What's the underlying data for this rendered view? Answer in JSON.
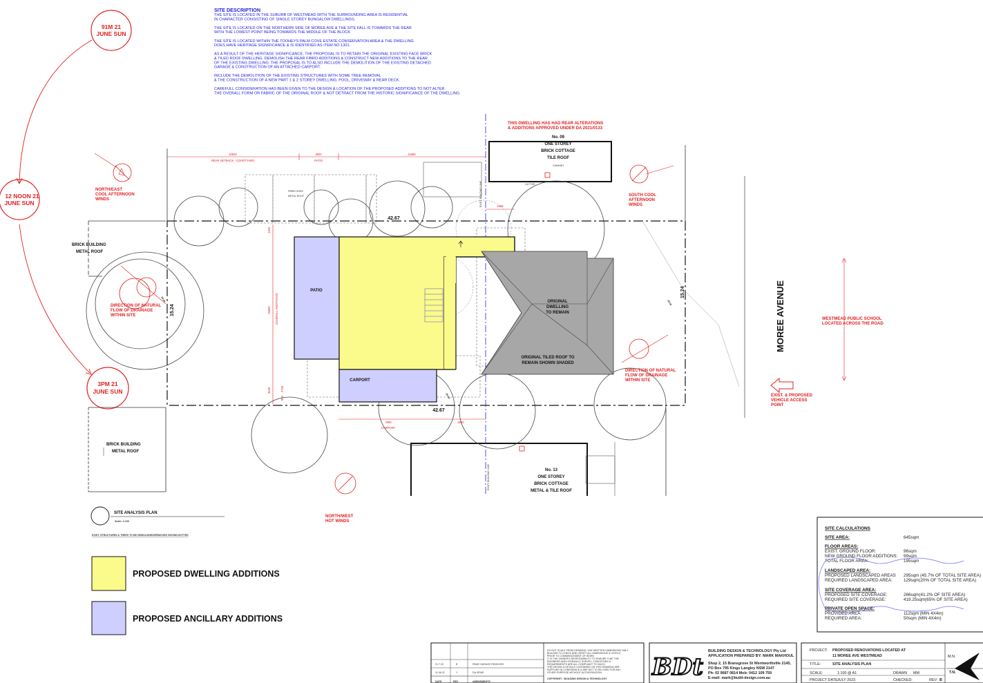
{
  "site_description": {
    "heading": "SITE DESCRIPTION",
    "lines": [
      "THE SITE IS LOCATED IN THE SUBURB OF WESTMEAD WITH  THE SURROUNDING AREA IS RESIDENTIAL",
      "IN CHARACTER CONSISTING OF SINGLE STOREY BUNGALOW DWELLINGS.",
      "",
      "THE SITE IS LOCATED ON THE  NORTHERN  SIDE OF MOREE AVE & THE SITE FALL IS TOWARDS THE REAR",
      "WITH THE LOWEST POINT BEING TOWARDS THE MIDDLE OF THE BLOCK",
      "",
      "THE SITE IS LOCATED WITHIN  THE TOOHEYS PALM COVE ESTATE CONSERVATION AREA & THE DWELLING",
      "DOES HAVE HERITAGE SIGNIFICANCE & IS IDENTIFIED AS ITEM NO 1301.",
      "",
      "AS A RESULT OF THE HERITAGE SIGNIFICANCE, THE PROPOSAL IS TO RETAIN THE ORIGINAL EXISTING FACE BRICK",
      "& TILED ROOF DWELLING. DEMOLISH THE REAR FIBRO ADDITIONS & CONSTRUCT NEW ADDITIONS TO THE REAR",
      "OF THE EXISTING DWELLING. THE PROPOSAL IS TO ALSO INCLUDE THE DEMOLITION OF THE EXISTING DETACHED",
      "GARAGE & CONSTRUCTION OF AN ATTACHED CARPORT.",
      "",
      "INCLUDE THE DEMOLITION OF THE EXISTING STRUCTURES WITH SOME TREE REMOVAL",
      "& THE CONSTRUCTION OF A NEW PART 1 & 2 STOREY DWELLING, POOL, DRIVEWAY & REAR DECK.",
      "",
      "CAREFULL CONSIDERATION HAS BEEN GIVEN TO THE DESIGN & LOCATION OF THE PROPOSED ADDITIONS TO NOT ALTER",
      "THE OVERALL FORM OR FABRIC OF THE ORIGINAL ROOF & NOT DETRACT FROM THE HISTORIC SIGNIFICANCE OF THE DWELLING."
    ]
  },
  "sun": {
    "am_line1": "91M 21",
    "am_line2": "JUNE SUN",
    "noon_line1": "12 NOON  21",
    "noon_line2": "JUNE SUN",
    "pm_line1": "3PM 21",
    "pm_line2": "JUNE SUN"
  },
  "winds": {
    "ne_line1": "NORTH/EAST",
    "ne_line2": "COOL AFTERNOON",
    "ne_line3": "WINDS",
    "s_line1": "SOUTH COOL",
    "s_line2": "AFTERNOON",
    "s_line3": "WINDS",
    "nw_line1": "NORTH/WEST",
    "nw_line2": "HOT WINDS"
  },
  "drainage": {
    "left_line1": "DIRECTION OF NATURAL",
    "left_line2": "FLOW OF DRAINAGE",
    "left_line3": "WITHIN SITE",
    "right_line1": "DIRECTION OF NATURAL",
    "right_line2": "FLOW OF DRAINAGE",
    "right_line3": "WITHIN SITE"
  },
  "notes": {
    "rear_alt_line1": "THIS DWELLING HAS HAD REAR ALTERATIONS",
    "rear_alt_line2": "& ADDITIONS APPROVED UNDER DA 2021/0133",
    "school_line1": "WESTMEAD PUBLIC SCHOOL",
    "school_line2": "LOCATED ACROSS THE ROAD",
    "access_line1": "EXIST. & PROPOSED",
    "access_line2": "VEHICLE ACCESS",
    "access_line3": "POINT"
  },
  "plan": {
    "road": "MOREE AVENUE",
    "north_boundary": "42.67",
    "south_boundary": "42.67",
    "west_boundary": "15.24",
    "east_boundary": "15.24",
    "diag_1": "29.00",
    "diag_2": "29.00",
    "diag_3": "29.00",
    "patio": "PATIO",
    "carport": "CARPORT",
    "original_line1": "ORIGINAL",
    "original_line2": "DWELLING",
    "original_line3": "TO REMAIN",
    "roof_line1": "ORIGINAL TILED ROOF TO",
    "roof_line2": "REMAIN SHOWN SHADED",
    "no09_line1": "No. 09",
    "no09_line2": "ONE STOREY",
    "no09_line3": "BRICK COTTAGE",
    "no09_line4": "TILE ROOF",
    "no13_line1": "No. 13",
    "no13_line2": "ONE STOREY",
    "no13_line3": "BRICK COTTAGE",
    "no13_line4": "METAL & TILE ROOF",
    "brick_left_line1": "BRICK BUILDING",
    "brick_left_line2": "METAL ROOF",
    "brick_sw_line1": "BRICK BUILDING",
    "brick_sw_line2": "METAL ROOF",
    "fibro_line1": "FIBRO SHED",
    "fibro_line2": "METAL ROOF",
    "metal_roof": "METAL ROOF",
    "chimney": "CHIMNEY",
    "gutter": "GUTTER",
    "dim_rear": "10620",
    "dim_patio": "3500",
    "dim_mid": "11880",
    "rear_setback": "REAR SETBACK - COURTYARD",
    "patio_dim": "PATIO",
    "dim_2465": "2465",
    "dim_7990": "7990",
    "dim_4600": "4600",
    "carport_dim": "CARPORT",
    "dim_side_1300": "1300",
    "dim_15800": "15800",
    "overall_additions": "(OVERALL ADDITIONS)",
    "dim_3630": "3630",
    "dim_2730": "2730",
    "dim_900": "900",
    "building_line": "EXIST. BUILDING LINE"
  },
  "title": {
    "name": "SITE ANALYSIS PLAN",
    "scale": "Scale: 1:100",
    "demolish_note": "EXIST. STRUCTURES & TREES TO BE DEMOLISHED/REMOVED SHOWN DOTTED"
  },
  "legend": {
    "dwelling": "PROPOSED DWELLING ADDITIONS",
    "ancillary": "PROPOSED ANCILLARY ADDITIONS",
    "dwelling_color": "#fbfb8c",
    "ancillary_color": "#cfcfff"
  },
  "site_calculations": {
    "heading": "SITE CALCULATIONS",
    "site_area_label": "SITE AREA:",
    "site_area_value": "645sqm",
    "floor_heading": "FLOOR AREAS:",
    "exist_ground_label": "EXIST. GROUND FLOOR:",
    "exist_ground_value": "96sqm",
    "new_ground_label": "NEW GROUND FLOOR ADDITIONS:",
    "new_ground_value": "99sqm",
    "total_floor_label": "TOTAL FLOOR AREA:",
    "total_floor_value": "195sqm",
    "landscaped_heading": "LANDSCAPED AREA:",
    "proposed_land_label": "PROPOSED LANDSCAPED AREAS",
    "proposed_land_value": "295sqm (45.7% OF TOTAL SITE AREA)",
    "required_land_label": "REQUIRED LANDSCAPED AREA:",
    "required_land_value": "129sqm(20% OF TOTAL SITE AREA)",
    "coverage_heading": "SITE COVERAGE AREA:",
    "proposed_cov_label": "PROPOSED SITE COVERAGE:",
    "proposed_cov_value": "266sqm(41.2% OF SITE AREA)",
    "required_cov_label": "REQUIRED SITE COVERAGE:",
    "required_cov_value": "419.25sqm(65% OF SITE AREA)",
    "pos_heading": "PRIVATE OPEN SPACE:",
    "provided_label": "PROVIDED AREA:",
    "provided_value": "112sqm (MIN 4X4m)",
    "required_pos_label": "REQUIRED AREA:",
    "required_pos_value": "50sqm (MIN 4X4m)"
  },
  "amendments": {
    "rows": [
      {
        "date": "21.7.23",
        "rev": "B",
        "desc": "REAR GARAGE REMOVED"
      },
      {
        "date": "11.06.22",
        "rev": "Y",
        "desc": "DA ISSUE"
      }
    ],
    "col_date": "DATE",
    "col_rev": "REV",
    "col_amend": "AMENDMENTS"
  },
  "notes_block": {
    "lines": [
      "DO NOT SCALE FROM DRAWING, USE WRITTEN DIMENSIONS ONLY",
      "BUILDER TO CHECK AND VERIFY ALL DIMENSIONS & LEVELS",
      "PRIOR TO COMMENCEMENT OF WORK.",
      "IT IS THE OWNER'S RESPONSIBILITY TO ENSURE THAT THE",
      "ENGINEER AND HYDRAULIC SURVEY, CONDITIONS &",
      "REQUIREMENTS ARE ALL COMPLIANT TO DA/CC.",
      "THE DESIGN & DETAILS CONTAINED ON THIS DRAWING ARE",
      "SUPPLIED IN CONFIDENCE & ARE NOT TO BE USED FOR ANY",
      "OTHER PURPOSE WITHOUT AUTHORISATION."
    ],
    "copyright": "COPYRIGHT : BUILDING DESIGN & TECHNOLOGY"
  },
  "company": {
    "logo": "BDt",
    "name": "BUILDING DESIGN & TECHNOLOGY Pty Ltd",
    "prepared": "APPLICATION PREPARED BY: MARK MAKHOUL",
    "addr1": "Shop 2, 15 Bransgrove St Wentworthville 2145,",
    "addr2": "PO Box 795 Kings Langley NSW 2147",
    "phone": "Ph: 02 9687 0814 Mob: 0412 109 759",
    "email": "E-mail: mark@build-design.com.au"
  },
  "titleblock": {
    "project_label": "PROJECT:",
    "project_line1": "PROPOSED RENOVATIONS LOCATED AT",
    "project_line2": "11 MOREE AVE WESTMEAD",
    "title_label": "TITLE:",
    "title_value": "SITE ANALYSIS PLAN",
    "scale_label": "SCALE:",
    "scale_value": "1:100 @ A1",
    "drawn_label": "DRAWN",
    "drawn_value": "MM",
    "date_label": "PROJECT DATE:",
    "date_value": "JULY 2023",
    "checked_label": "CHECKED:",
    "rev_label": "REV:",
    "rev_value": "B",
    "north_mn": "M.N.",
    "north_tn": "T.N."
  }
}
